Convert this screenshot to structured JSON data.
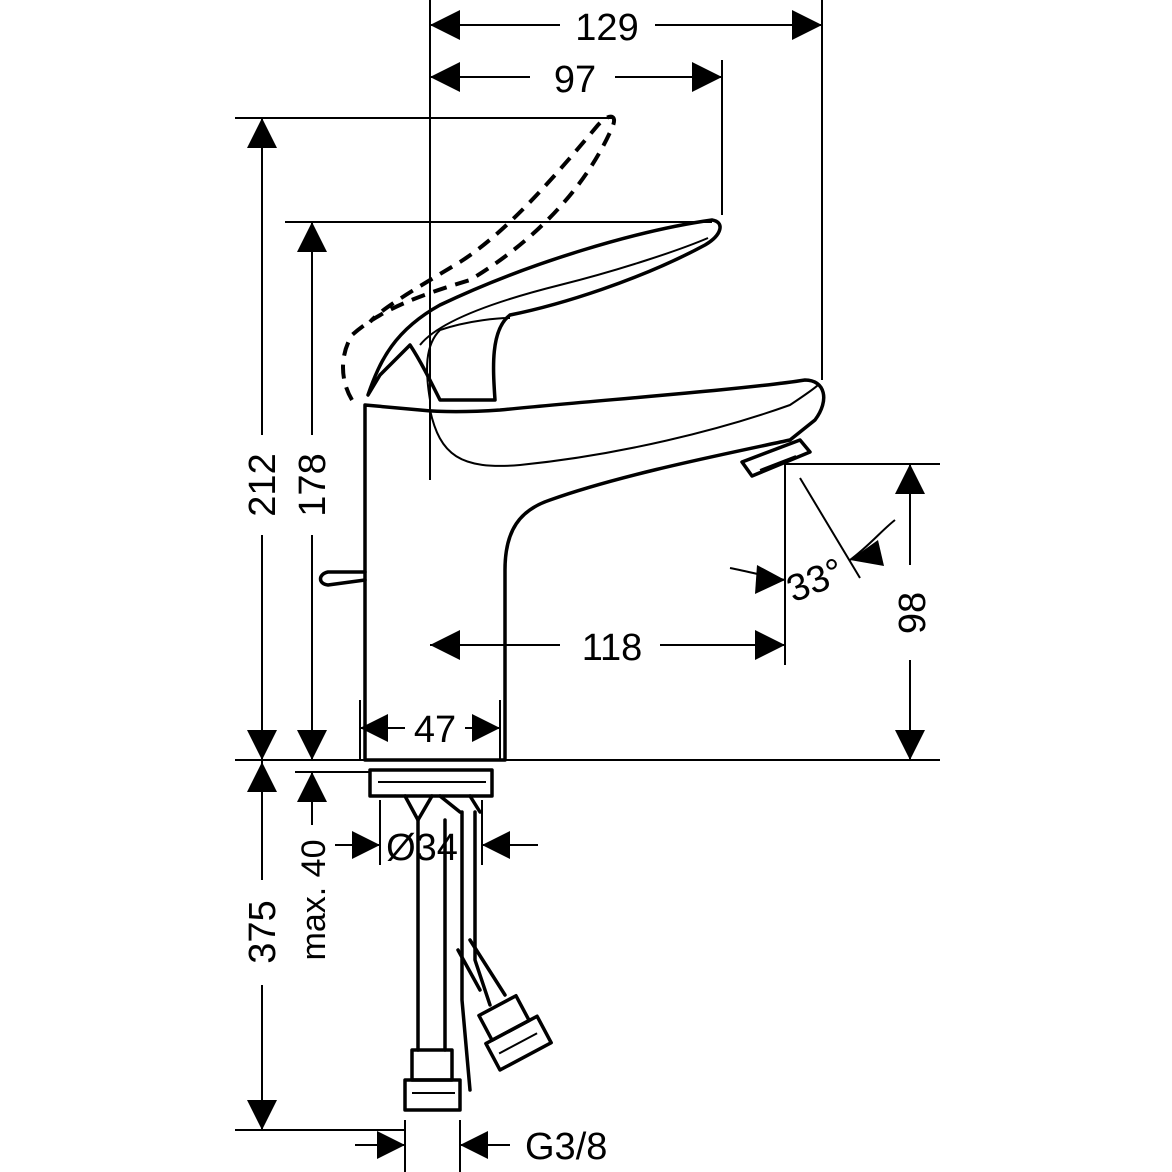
{
  "dimensions": {
    "total_width": "129",
    "lever_reach": "97",
    "max_height": "212",
    "lever_height": "178",
    "spout_height": "98",
    "spout_reach": "118",
    "spout_angle": "33°",
    "body_width": "47",
    "hole_diameter": "Ø34",
    "max_countertop": "max. 40",
    "hose_length": "375",
    "connection_thread": "G3/8"
  }
}
